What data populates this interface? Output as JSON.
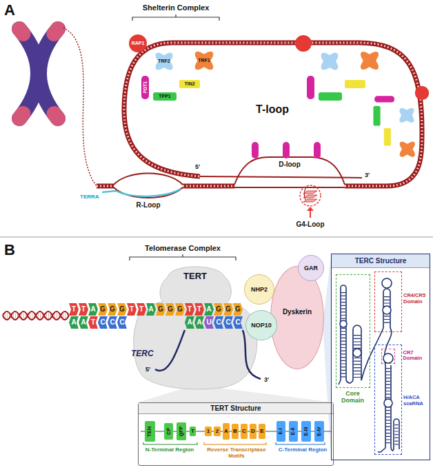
{
  "diagram": {
    "nodes": [
      {
        "text": [
          "RAP1"
        ]
      },
      {
        "text": [
          "TRF2"
        ]
      },
      {
        "text": [
          "TRF1"
        ]
      },
      {
        "text": [
          "POT1"
        ]
      },
      {
        "text": [
          "TPP1"
        ]
      },
      {
        "text": [
          "TIN2"
        ]
      },
      {
        "text": [
          "TERT"
        ]
      },
      {
        "text": [
          "NHP2"
        ]
      },
      {
        "text": [
          "NOP10"
        ]
      },
      {
        "text": [
          "Dyskerin"
        ]
      },
      {
        "text": [
          "GAR"
        ]
      },
      {
        "text": [
          "T"
        ]
      },
      {
        "text": [
          "T"
        ]
      },
      {
        "text": [
          "A"
        ]
      },
      {
        "text": [
          "G"
        ]
      },
      {
        "text": [
          "G"
        ]
      },
      {
        "text": [
          "G"
        ]
      },
      {
        "text": [
          "T"
        ]
      },
      {
        "text": [
          "T"
        ]
      },
      {
        "text": [
          "A"
        ]
      },
      {
        "text": [
          "G"
        ]
      },
      {
        "text": [
          "G"
        ]
      },
      {
        "text": [
          "G"
        ]
      },
      {
        "text": [
          "T"
        ]
      },
      {
        "text": [
          "T"
        ]
      },
      {
        "text": [
          "A"
        ]
      },
      {
        "text": [
          "G"
        ]
      },
      {
        "text": [
          "G"
        ]
      },
      {
        "text": [
          "G"
        ]
      },
      {
        "text": [
          "A"
        ]
      },
      {
        "text": [
          "A"
        ]
      },
      {
        "text": [
          "T"
        ]
      },
      {
        "text": [
          "C"
        ]
      },
      {
        "text": [
          "C"
        ]
      },
      {
        "text": [
          "C"
        ]
      },
      {
        "text": [
          "A"
        ]
      },
      {
        "text": [
          "A"
        ]
      },
      {
        "text": [
          "U"
        ]
      },
      {
        "text": [
          "C"
        ]
      },
      {
        "text": [
          "C"
        ]
      },
      {
        "text": [
          "C"
        ]
      },
      {
        "text": [
          "TERT Structure"
        ]
      },
      {
        "text": [
          "TEN"
        ],
        "in": 41
      },
      {
        "text": [
          "CP"
        ],
        "in": 41
      },
      {
        "text": [
          "QFP"
        ],
        "in": 41
      },
      {
        "text": [
          "T"
        ],
        "in": 41
      },
      {
        "text": [
          "1"
        ],
        "in": 41
      },
      {
        "text": [
          "2"
        ],
        "in": 41
      },
      {
        "text": [
          "A"
        ],
        "in": 41
      },
      {
        "text": [
          "B"
        ],
        "in": 41
      },
      {
        "text": [
          "C"
        ],
        "in": 41
      },
      {
        "text": [
          "D"
        ],
        "in": 41
      },
      {
        "text": [
          "E"
        ],
        "in": 41
      },
      {
        "text": [
          "E-I"
        ],
        "in": 41
      },
      {
        "text": [
          "E-II"
        ],
        "in": 41
      },
      {
        "text": [
          "E-III"
        ],
        "in": 41
      },
      {
        "text": [
          "E-IV"
        ],
        "in": 41
      },
      {
        "text": [
          "TERC Structure"
        ]
      },
      {
        "text": [
          "Core Domain"
        ],
        "in": 57
      },
      {
        "text": [
          "CR4/CR5 Domain"
        ],
        "in": 57
      },
      {
        "text": [
          "H/ACA scaRNA"
        ],
        "in": 57
      },
      {
        "text": [
          "CR7 Domain"
        ],
        "in": 60
      }
    ],
    "labels": [
      "A",
      "Shelterin Complex",
      "T-loop",
      "5'",
      "3'",
      "D-loop",
      "TERRA",
      "R-Loop",
      "G4-Loop",
      "B",
      "Telomerase Complex",
      "TERC",
      "5'",
      "3'",
      "N-Terminal Region",
      "Reverse Transcriptase Motifs",
      "C-Terminal Region"
    ]
  }
}
